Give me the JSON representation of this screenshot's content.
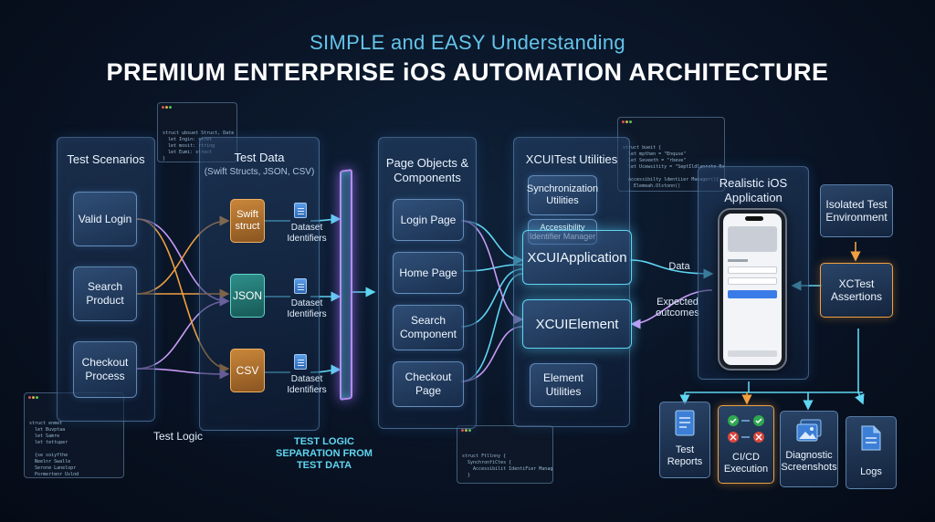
{
  "header": {
    "subtitle": "SIMPLE and EASY Understanding",
    "title": "PREMIUM ENTERPRISE iOS AUTOMATION ARCHITECTURE"
  },
  "test_scenarios": {
    "title": "Test Scenarios",
    "items": [
      "Valid Login",
      "Search Product",
      "Checkout Process"
    ],
    "footer": "Test Logic"
  },
  "test_data": {
    "title": "Test Data",
    "subtitle": "(Swift Structs, JSON, CSV)",
    "items": [
      "Swift struct",
      "JSON",
      "CSV"
    ],
    "dataset_label": "Dataset Identifiers"
  },
  "separation_label": "TEST LOGIC SEPARATION FROM TEST DATA",
  "page_objects": {
    "title": "Page Objects & Components",
    "items": [
      "Login Page",
      "Home Page",
      "Search Component",
      "Checkout Page"
    ]
  },
  "xcuitest_utilities": {
    "title": "XCUITest Utilities",
    "items": [
      "Synchronization Utilities",
      "Accessibility Identifier Manager",
      "XCUIApplication",
      "XCUIElement",
      "Element Utilities"
    ]
  },
  "app": {
    "title": "Realistic iOS Application",
    "data_label": "Data",
    "expected_label": "Expected outcomes"
  },
  "environment": {
    "isolated": "Isolated Test Environment",
    "assertions": "XCTest Assertions"
  },
  "outputs": [
    "Test Reports",
    "CI/CD Execution",
    "Diagnostic Screenshots",
    "Logs"
  ],
  "code_snippets": {
    "top_left": "struct ubsuet Struct, Date {\n  let Ingin: stret\n  let mosit: rtring\n  let Eumi: strect\n}",
    "top_right": "struct bueit {\n  let mpthen = \"Enquse\"\n  let Seveeth = \"rbeve\"\n  let Ucewsitity = \"SeptIldlanrcte Baxi\"\n\n  Accessibilty ldentiier Manager(){\n    Elemeah.Olstonn()\n  }",
    "bottom_left": "struct enmet\n  let Buvptaa\n  let Samre\n  let tettuper\n\n  {se soiyfthe\n  Neelnr Swalle\n  Serone Lanelopr\n  Pormertenr Uslnd\n\n  Atoneserteretus\n  Struscmenveaastoer",
    "bottom_center": "struct Ftllnny {\n  SynchronfiCtes {\n    Accessibilit IdentiFier Manager\n  }\n\n  Element.Commentd()\n}"
  },
  "colors": {
    "cyan": "#5fd6f2",
    "purple": "#b68cf2",
    "orange": "#f0a040"
  }
}
